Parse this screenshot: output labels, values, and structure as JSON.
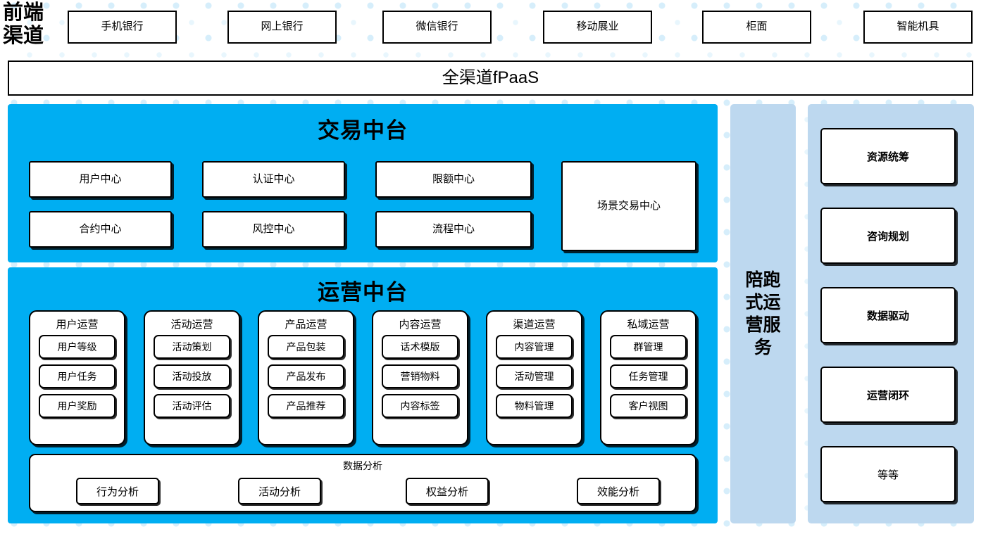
{
  "colors": {
    "platform_blue": "#00AEF2",
    "service_light_blue": "#BDD8EF",
    "box_white": "#FFFFFF",
    "outline_black": "#000000",
    "dot_pattern": "#D6EEFB"
  },
  "frontend": {
    "label": "前端\n渠道",
    "label_line1": "前端",
    "label_line2": "渠道",
    "channels": [
      {
        "label": "手机银行"
      },
      {
        "label": "网上银行"
      },
      {
        "label": "微信银行"
      },
      {
        "label": "移动展业"
      },
      {
        "label": "柜面"
      },
      {
        "label": "智能机具"
      }
    ]
  },
  "fpaas": {
    "label": "全渠道fPaaS"
  },
  "trade_platform": {
    "title": "交易中台",
    "centers": [
      {
        "label": "用户中心"
      },
      {
        "label": "认证中心"
      },
      {
        "label": "限额中心"
      },
      {
        "label": "合约中心"
      },
      {
        "label": "风控中心"
      },
      {
        "label": "流程中心"
      }
    ],
    "scene_center": {
      "label": "场景交易中心"
    }
  },
  "ops_platform": {
    "title": "运营中台",
    "columns": [
      {
        "title": "用户运营",
        "items": [
          "用户等级",
          "用户任务",
          "用户奖励"
        ]
      },
      {
        "title": "活动运营",
        "items": [
          "活动策划",
          "活动投放",
          "活动评估"
        ]
      },
      {
        "title": "产品运营",
        "items": [
          "产品包装",
          "产品发布",
          "产品推荐"
        ]
      },
      {
        "title": "内容运营",
        "items": [
          "话术模版",
          "营销物料",
          "内容标签"
        ]
      },
      {
        "title": "渠道运营",
        "items": [
          "内容管理",
          "活动管理",
          "物料管理"
        ]
      },
      {
        "title": "私域运营",
        "items": [
          "群管理",
          "任务管理",
          "客户视图"
        ]
      }
    ],
    "data_analysis": {
      "title": "数据分析",
      "items": [
        "行为分析",
        "活动分析",
        "权益分析",
        "效能分析"
      ]
    }
  },
  "service_column": {
    "label": "陪跑式运营服务",
    "line1": "陪跑",
    "line2": "式运",
    "line3": "营服",
    "line4": "务"
  },
  "pillar_column": {
    "items": [
      {
        "label": "资源统筹",
        "bold": true
      },
      {
        "label": "咨询规划",
        "bold": true
      },
      {
        "label": "数据驱动",
        "bold": true
      },
      {
        "label": "运营闭环",
        "bold": true
      },
      {
        "label": "等等",
        "bold": false
      }
    ]
  }
}
